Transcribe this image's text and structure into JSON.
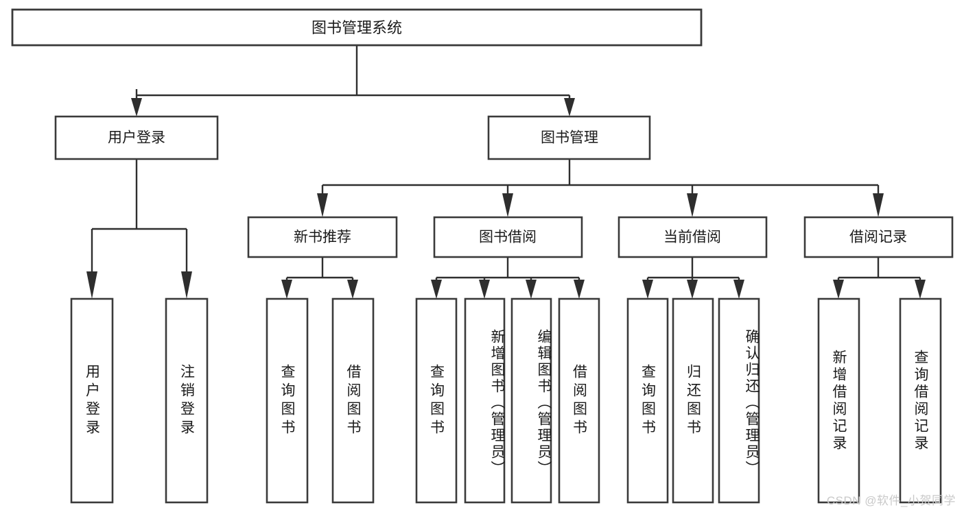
{
  "diagram": {
    "title": "图书管理系统",
    "type": "tree-hierarchy-diagram",
    "watermark": "CSDN @软件_小贺同学",
    "colors": {
      "background": "#ffffff",
      "box_stroke": "#3a3a3a",
      "connector": "#2e2e2e",
      "text": "#1a1a1a",
      "watermark": "#c9c9c9"
    },
    "root": {
      "label": "图书管理系统"
    },
    "level2": [
      {
        "label": "用户登录"
      },
      {
        "label": "图书管理"
      }
    ],
    "level3": [
      {
        "label": "新书推荐"
      },
      {
        "label": "图书借阅"
      },
      {
        "label": "当前借阅"
      },
      {
        "label": "借阅记录"
      }
    ],
    "leaves": {
      "user_login": [
        {
          "label": "用户登录"
        },
        {
          "label": "注销登录"
        }
      ],
      "new_book_recommend": [
        {
          "label": "查询图书"
        },
        {
          "label": "借阅图书"
        }
      ],
      "book_borrow": [
        {
          "label": "查询图书"
        },
        {
          "label": "新增图书（管理员）"
        },
        {
          "label": "编辑图书（管理员）"
        },
        {
          "label": "借阅图书"
        }
      ],
      "current_borrow": [
        {
          "label": "查询图书"
        },
        {
          "label": "归还图书"
        },
        {
          "label": "确认归还（管理员）"
        }
      ],
      "borrow_record": [
        {
          "label": "新增借阅记录"
        },
        {
          "label": "查询借阅记录"
        }
      ]
    }
  }
}
